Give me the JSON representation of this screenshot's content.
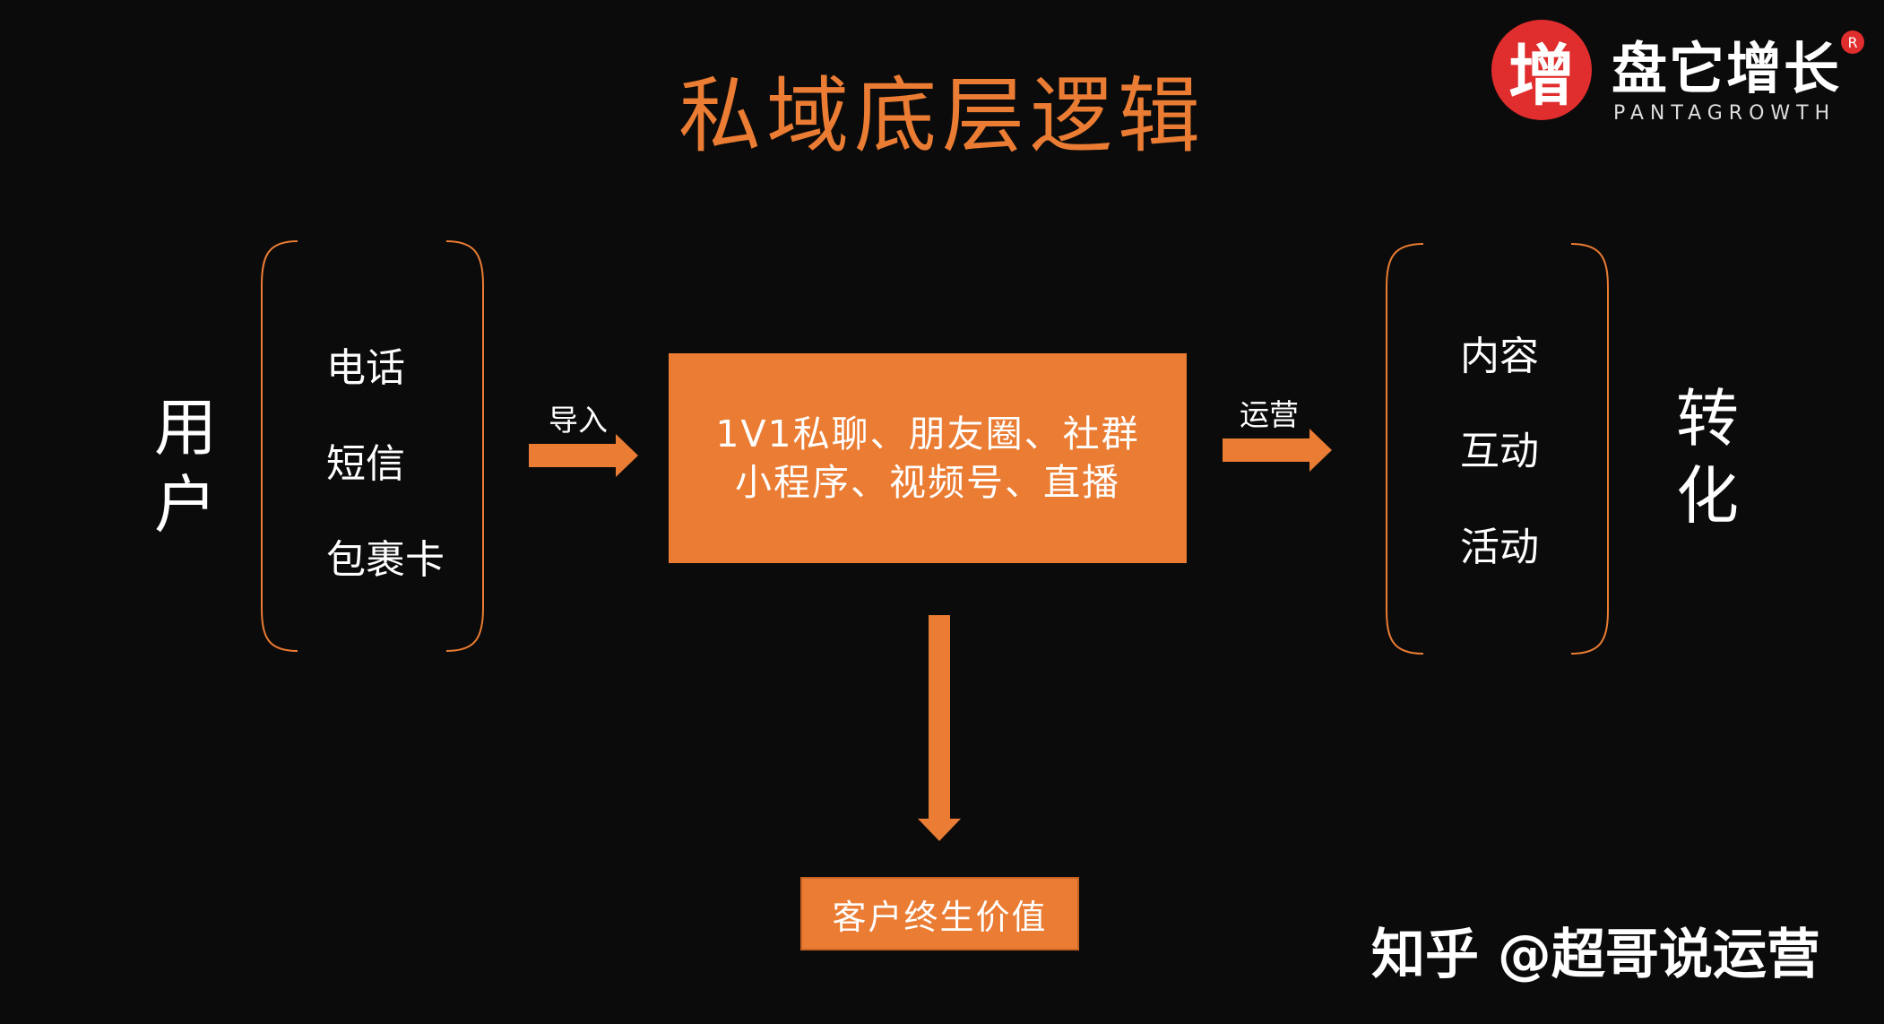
{
  "title": "私域底层逻辑",
  "left_label": [
    "用",
    "户"
  ],
  "sources": [
    "电话",
    "短信",
    "包裹卡"
  ],
  "import_label": "导入",
  "center_lines": [
    "1V1私聊、朋友圈、社群",
    "小程序、视频号、直播"
  ],
  "operate_label": "运营",
  "actions": [
    "内容",
    "互动",
    "活动"
  ],
  "right_label": [
    "转",
    "化"
  ],
  "outcome": "客户终生价值",
  "logo": {
    "glyph": "增",
    "name": "盘它增长",
    "sub": "PANTAGROWTH",
    "reg": "R"
  },
  "watermark": "知乎 @超哥说运营",
  "colors": {
    "accent": "#ea7c33",
    "background": "#0b0b0b",
    "logo_red": "#e02d2d"
  }
}
